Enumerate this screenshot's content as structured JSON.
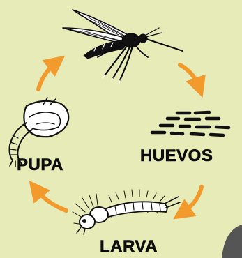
{
  "colors": {
    "background": "#e7ebb8",
    "arrow": "#f39a2c",
    "ink": "#0d0d0d",
    "corner": "#555555"
  },
  "icons": {
    "adult": "mosquito-icon",
    "eggs": "eggs-icon",
    "larva": "larva-icon",
    "pupa": "pupa-icon"
  },
  "stages": {
    "huevos": {
      "label": "HUEVOS"
    },
    "larva": {
      "label": "LARVA"
    },
    "pupa": {
      "label": "PUPA"
    }
  }
}
